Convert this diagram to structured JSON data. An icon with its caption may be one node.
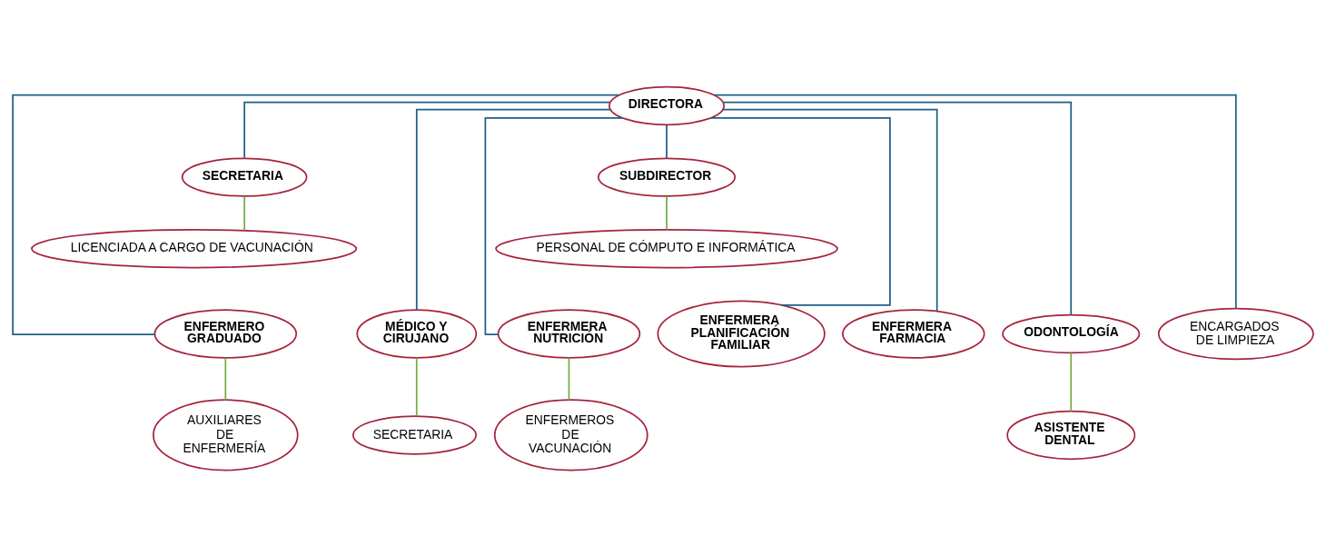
{
  "diagram": {
    "nodes": [
      {
        "text": [
          "DIRECTORA"
        ]
      },
      {
        "text": [
          "SECRETARIA"
        ]
      },
      {
        "text": [
          "SUBDIRECTOR"
        ]
      },
      {
        "text": [
          "LICENCIADA A CARGO DE VACUNACIÓN"
        ]
      },
      {
        "text": [
          "PERSONAL DE CÓMPUTO E INFORMÁTICA"
        ]
      },
      {
        "text": [
          "ENFERMERO GRADUADO"
        ]
      },
      {
        "text": [
          "MÉDICO Y CIRUJANO"
        ]
      },
      {
        "text": [
          "ENFERMERA PLANIFICACIÓN FAMILIAR"
        ]
      },
      {
        "text": [
          "ENFERMERA FARMACIA"
        ]
      },
      {
        "text": [
          "ENFERMERA NUTRICIÓN"
        ]
      },
      {
        "text": [
          "ODONTOLOGÍA"
        ]
      },
      {
        "text": [
          "ENCARGADOS DE LIMPIEZA"
        ]
      },
      {
        "text": [
          "AUXILIARES DE ENFERMERÍA"
        ]
      },
      {
        "text": [
          "SECRETARIA"
        ]
      },
      {
        "text": [
          "ENFERMEROS DE VACUNACIÓN"
        ]
      },
      {
        "text": [
          "ASISTENTE DENTAL"
        ]
      }
    ],
    "edges": [
      {
        "from": 0,
        "to": 1,
        "arrow": "none"
      },
      {
        "from": 0,
        "to": 2,
        "arrow": "none"
      },
      {
        "from": 1,
        "to": 3,
        "arrow": "none",
        "color": "#70ad47"
      },
      {
        "from": 2,
        "to": 4,
        "arrow": "none",
        "color": "#70ad47"
      },
      {
        "from": 0,
        "to": 5,
        "arrow": "none"
      },
      {
        "from": 0,
        "to": 6,
        "arrow": "none"
      },
      {
        "from": 0,
        "to": 7,
        "arrow": "none"
      },
      {
        "from": 0,
        "to": 8,
        "arrow": "none"
      },
      {
        "from": 0,
        "to": 9,
        "arrow": "none"
      },
      {
        "from": 0,
        "to": 10,
        "arrow": "none"
      },
      {
        "from": 0,
        "to": 11,
        "arrow": "none"
      },
      {
        "from": 5,
        "to": 12,
        "arrow": "none",
        "color": "#70ad47"
      },
      {
        "from": 6,
        "to": 13,
        "arrow": "none",
        "color": "#70ad47"
      },
      {
        "from": 9,
        "to": 14,
        "arrow": "none",
        "color": "#70ad47"
      },
      {
        "from": 10,
        "to": 15,
        "arrow": "none",
        "color": "#70ad47"
      }
    ]
  }
}
